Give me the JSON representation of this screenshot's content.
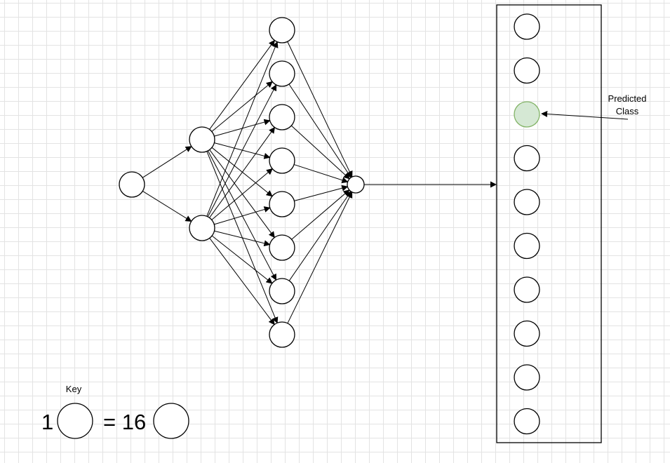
{
  "diagram": {
    "type": "neural-network",
    "layers": [
      {
        "role": "input",
        "nodes": 1
      },
      {
        "role": "hidden",
        "nodes": 2
      },
      {
        "role": "hidden",
        "nodes": 8
      },
      {
        "role": "hidden",
        "nodes": 1
      },
      {
        "role": "output",
        "nodes": 10
      }
    ],
    "predicted_class_index": 2,
    "colors": {
      "stroke": "#000000",
      "node_fill": "#ffffff",
      "predicted_fill": "#d5e8d4",
      "predicted_stroke": "#82b366",
      "grid": "#e3e3e3"
    }
  },
  "annotation": {
    "predicted_line1": "Predicted",
    "predicted_line2": "Class"
  },
  "key": {
    "title": "Key",
    "left_value": "1",
    "right_value": "= 16"
  }
}
